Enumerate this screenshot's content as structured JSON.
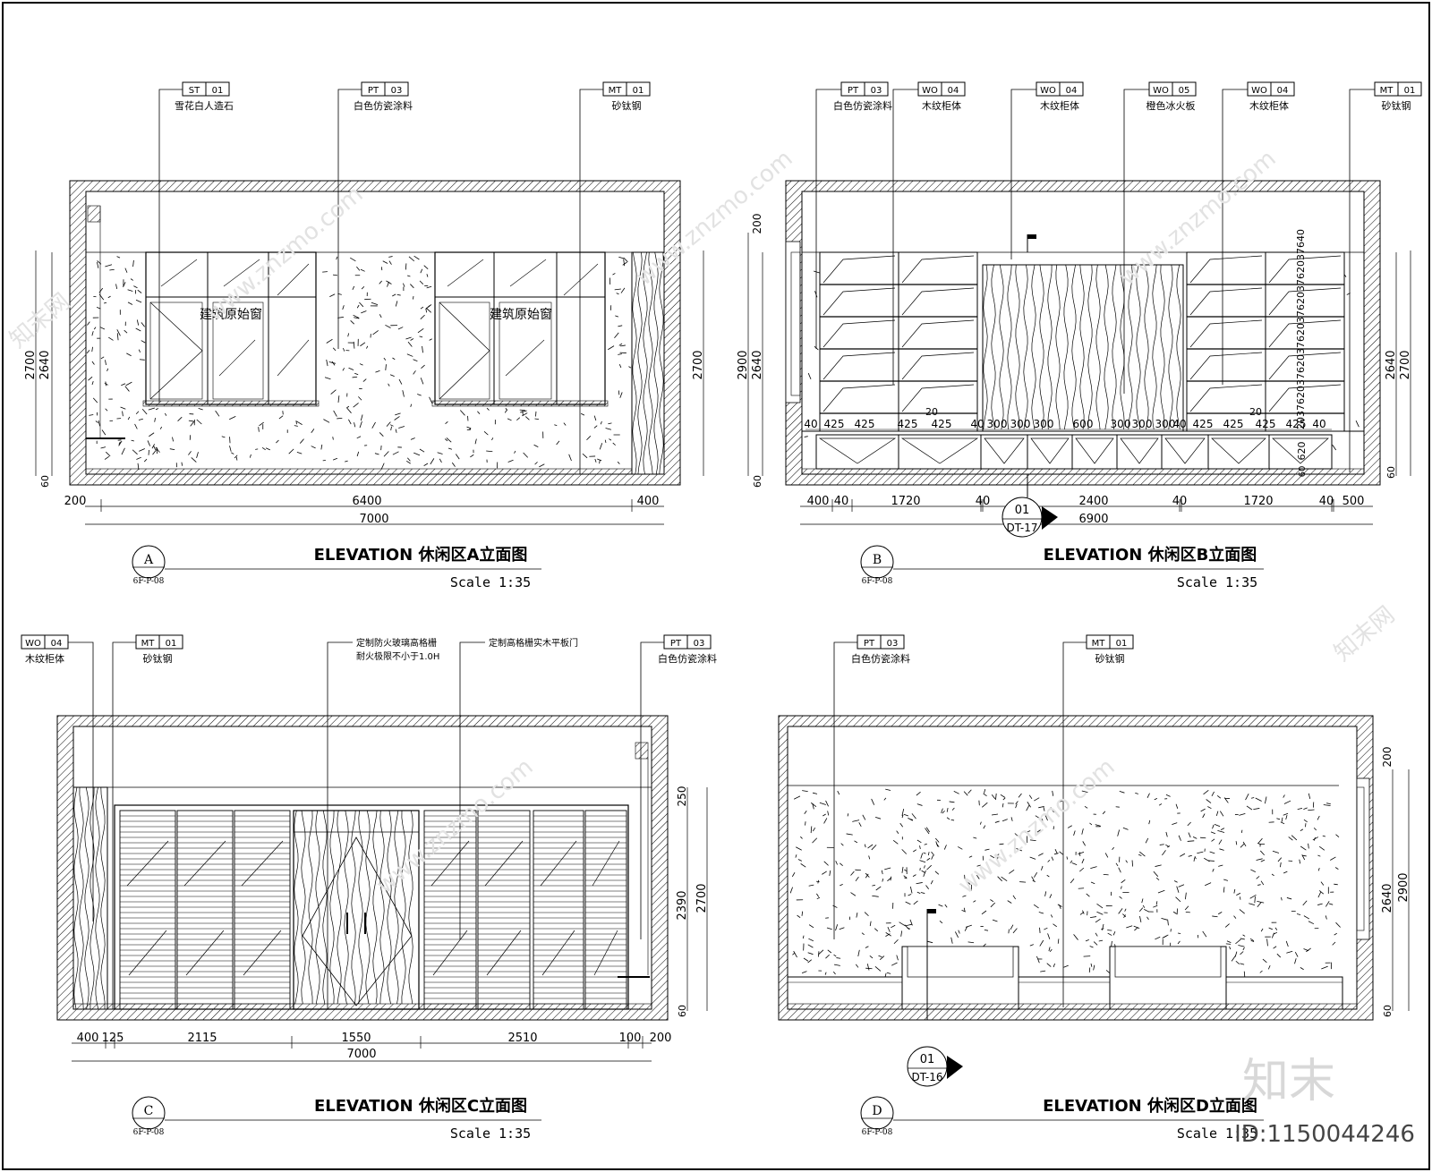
{
  "frame": {
    "outer_border": true
  },
  "panels": {
    "A": {
      "title": "ELEVATION 休闲区A立面图",
      "scale": "Scale 1:35",
      "marker_letter": "A",
      "marker_ref": "6F-P-08",
      "tags": [
        {
          "code": "ST",
          "num": "01",
          "label": "雪花白人造石"
        },
        {
          "code": "PT",
          "num": "03",
          "label": "白色仿瓷涂料"
        },
        {
          "code": "MT",
          "num": "01",
          "label": "砂钛钢"
        }
      ],
      "window_note": "建筑原始窗",
      "dims_bottom_top": [
        "200",
        "6400",
        "400"
      ],
      "dim_bottom_total": "7000",
      "dims_left": [
        "2700",
        "2640",
        "60"
      ],
      "dims_right": [
        "2700"
      ]
    },
    "B": {
      "title": "ELEVATION 休闲区B立面图",
      "scale": "Scale 1:35",
      "marker_letter": "B",
      "marker_ref": "6F-P-08",
      "tags": [
        {
          "code": "PT",
          "num": "03",
          "label": "白色仿瓷涂料"
        },
        {
          "code": "WO",
          "num": "04",
          "label": "木纹柜体"
        },
        {
          "code": "WO",
          "num": "04",
          "label": "木纹柜体"
        },
        {
          "code": "WO",
          "num": "05",
          "label": "橙色冰火板"
        },
        {
          "code": "WO",
          "num": "04",
          "label": "木纹柜体"
        },
        {
          "code": "MT",
          "num": "01",
          "label": "砂钛钢"
        }
      ],
      "dims_bottom_top": [
        "400",
        "40",
        "1720",
        "40",
        "2400",
        "40",
        "1720",
        "40",
        "500"
      ],
      "dim_bottom_total": "6900",
      "dims_left": [
        "200",
        "2900",
        "2640",
        "60"
      ],
      "dims_right": [
        "2640",
        "2700",
        "60"
      ],
      "cabinet_dims": [
        "40",
        "425",
        "425",
        "425",
        "425",
        "40",
        "300",
        "300",
        "300",
        "600",
        "300",
        "300",
        "300",
        "40",
        "425",
        "425",
        "425",
        "425",
        "40"
      ],
      "cabinet_small": [
        "20",
        "20",
        "620",
        "60"
      ],
      "cabinet_vertical": "20376203762037620376203762037640",
      "section_num": "01",
      "section_ref": "DT-17"
    },
    "C": {
      "title": "ELEVATION 休闲区C立面图",
      "scale": "Scale 1:35",
      "marker_letter": "C",
      "marker_ref": "6F-P-08",
      "tags": [
        {
          "code": "WO",
          "num": "04",
          "label": "木纹柜体"
        },
        {
          "code": "MT",
          "num": "01",
          "label": "砂钛钢"
        },
        {
          "code": "PT",
          "num": "03",
          "label": "白色仿瓷涂料"
        }
      ],
      "notes": [
        "定制防火玻璃高格栅",
        "耐火极限不小于1.0H",
        "定制高格栅实木平板门"
      ],
      "dims_bottom_top": [
        "400",
        "125",
        "2115",
        "1550",
        "2510",
        "100",
        "200"
      ],
      "dim_bottom_total": "7000",
      "dims_right": [
        "250",
        "2390",
        "2700",
        "60"
      ]
    },
    "D": {
      "title": "ELEVATION 休闲区D立面图",
      "scale": "Scale 1:35",
      "marker_letter": "D",
      "marker_ref": "6F-P-08",
      "tags": [
        {
          "code": "PT",
          "num": "03",
          "label": "白色仿瓷涂料"
        },
        {
          "code": "MT",
          "num": "01",
          "label": "砂钛钢"
        }
      ],
      "dims_right": [
        "200",
        "2640",
        "2900",
        "60"
      ],
      "section_num": "01",
      "section_ref": "DT-16"
    }
  },
  "watermark": {
    "brand": "知末",
    "id_text": "ID:1150044246",
    "site": "www.znzmo.com",
    "site_cn": "知末网"
  }
}
